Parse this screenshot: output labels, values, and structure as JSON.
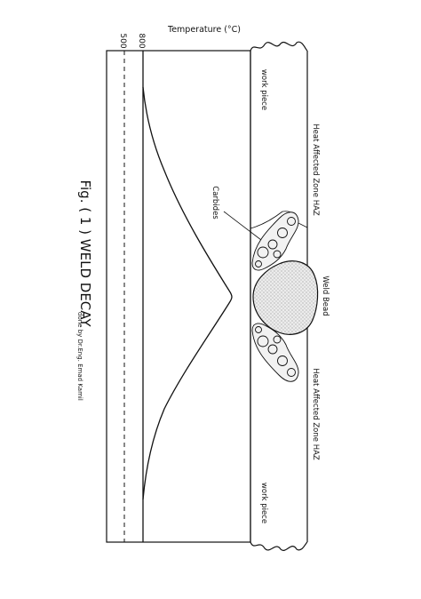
{
  "figure": {
    "caption": "Fig. ( 1 ) WELD DECAY",
    "credit": "done by Dr.Eng. Emad Kamil"
  },
  "axis": {
    "label": "Temperature (°C)",
    "tick_labels": [
      "500",
      "800"
    ]
  },
  "labels": {
    "work_piece_top": "work piece",
    "work_piece_bottom": "work piece",
    "haz_top": "Heat Affected Zone HAZ",
    "haz_bottom": "Heat Affected Zone HAZ",
    "weld_bead": "Weld Bead",
    "carbides": "Carbides"
  },
  "colors": {
    "line": "#111111",
    "bead_fill": "#e9e9e9"
  }
}
